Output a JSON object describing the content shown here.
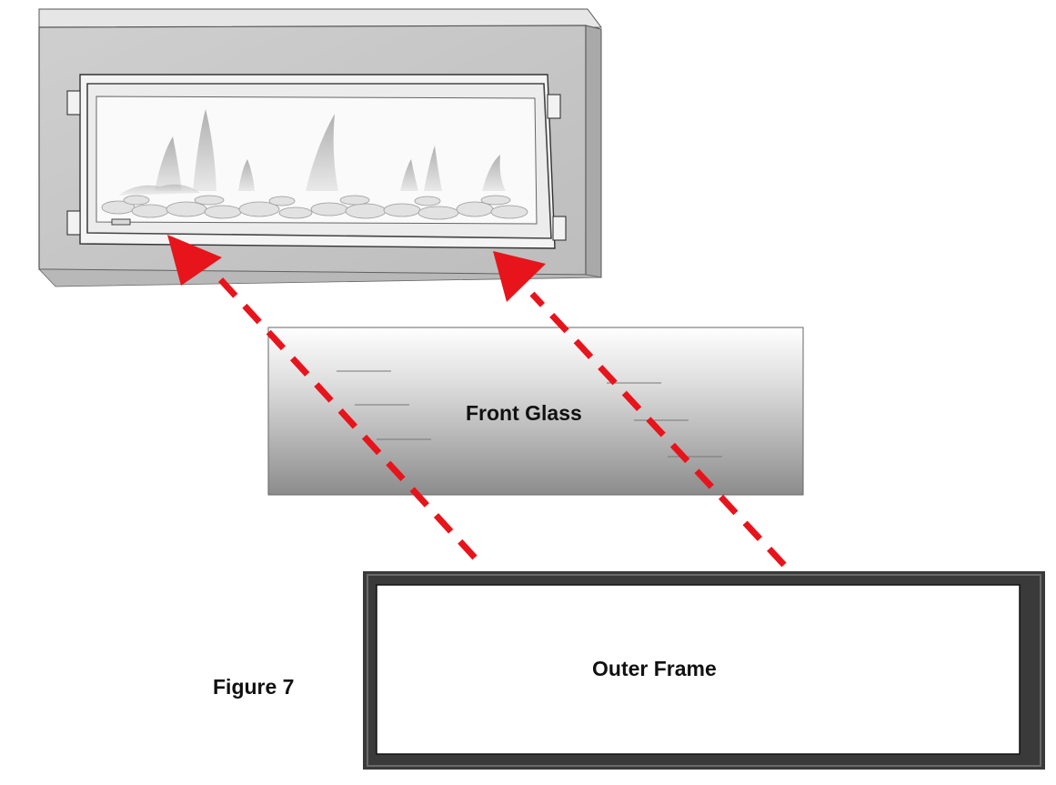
{
  "labels": {
    "front_glass": "Front Glass",
    "outer_frame": "Outer Frame",
    "figure": "Figure 7"
  },
  "colors": {
    "arrow": "#e8141b",
    "surround": "#c8c8c8",
    "frame_dark": "#2a2a2a"
  }
}
